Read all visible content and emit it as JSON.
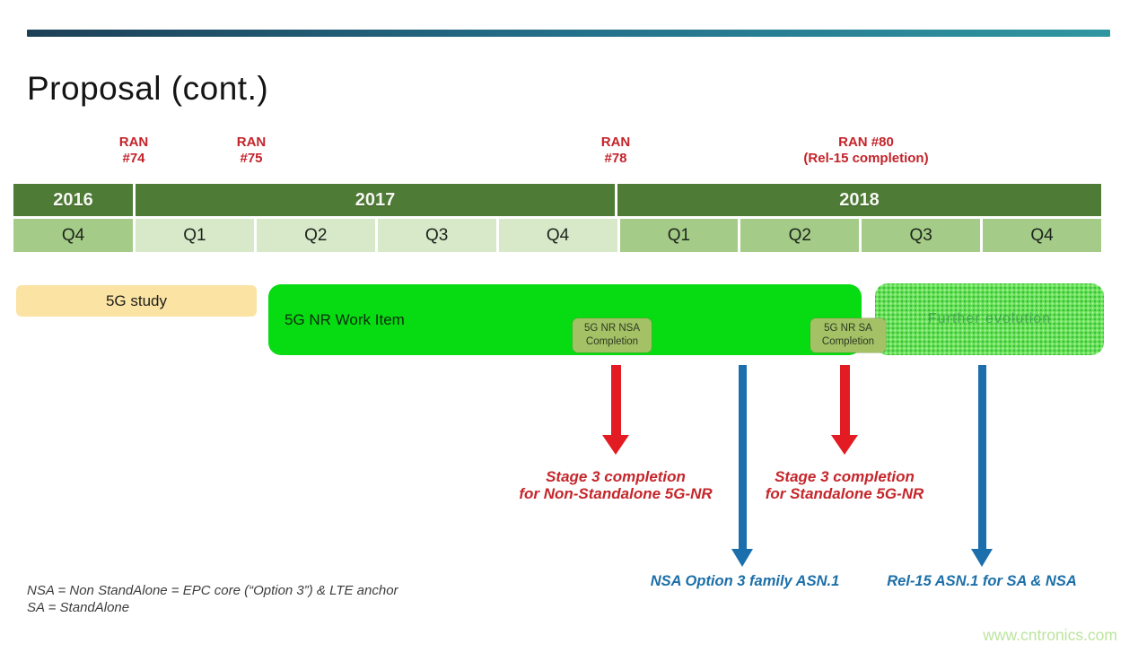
{
  "slide": {
    "title": "Proposal (cont.)",
    "watermark": "www.cntronics.com",
    "accent_gradient": [
      "#1d4057",
      "#2f96a0"
    ]
  },
  "milestones": [
    {
      "label": "RAN\n#74"
    },
    {
      "label": "RAN\n#75"
    },
    {
      "label": "RAN\n#78"
    },
    {
      "label": "RAN #80\n(Rel-15 completion)"
    }
  ],
  "timeline": {
    "years": [
      {
        "label": "2016"
      },
      {
        "label": "2017"
      },
      {
        "label": "2018"
      }
    ],
    "quarters": [
      {
        "label": "Q4",
        "year": "2016",
        "shade": "medium"
      },
      {
        "label": "Q1",
        "year": "2017",
        "shade": "light"
      },
      {
        "label": "Q2",
        "year": "2017",
        "shade": "light"
      },
      {
        "label": "Q3",
        "year": "2017",
        "shade": "light"
      },
      {
        "label": "Q4",
        "year": "2017",
        "shade": "light"
      },
      {
        "label": "Q1",
        "year": "2018",
        "shade": "medium"
      },
      {
        "label": "Q2",
        "year": "2018",
        "shade": "medium"
      },
      {
        "label": "Q3",
        "year": "2018",
        "shade": "medium"
      },
      {
        "label": "Q4",
        "year": "2018",
        "shade": "medium"
      }
    ],
    "colors": {
      "year_bg": "#4e7b35",
      "quarter_light": "#d8e9ca",
      "quarter_medium": "#a5cb88"
    }
  },
  "bars": {
    "study": {
      "label": "5G study",
      "color": "#fbe3a4"
    },
    "work_item": {
      "label": "5G NR Work Item",
      "color": "#07dc12"
    },
    "further": {
      "label": "Further evolution",
      "color": "#63e153"
    }
  },
  "completion_tags": [
    {
      "label": "5G NR NSA\nCompletion",
      "color": "#a4c166"
    },
    {
      "label": "5G NR SA\nCompletion",
      "color": "#a4c166"
    }
  ],
  "annotations": {
    "red": [
      {
        "label": "Stage 3 completion\nfor Non-Standalone 5G-NR"
      },
      {
        "label": "Stage 3 completion\nfor Standalone 5G-NR"
      }
    ],
    "blue": [
      {
        "label": "NSA Option 3  family ASN.1"
      },
      {
        "label": "Rel-15 ASN.1 for SA & NSA"
      }
    ],
    "arrow_red": "#e31b23",
    "arrow_blue": "#1c6fad"
  },
  "footnotes": [
    "NSA = Non StandAlone = EPC core (“Option 3”) & LTE anchor",
    "SA = StandAlone"
  ]
}
